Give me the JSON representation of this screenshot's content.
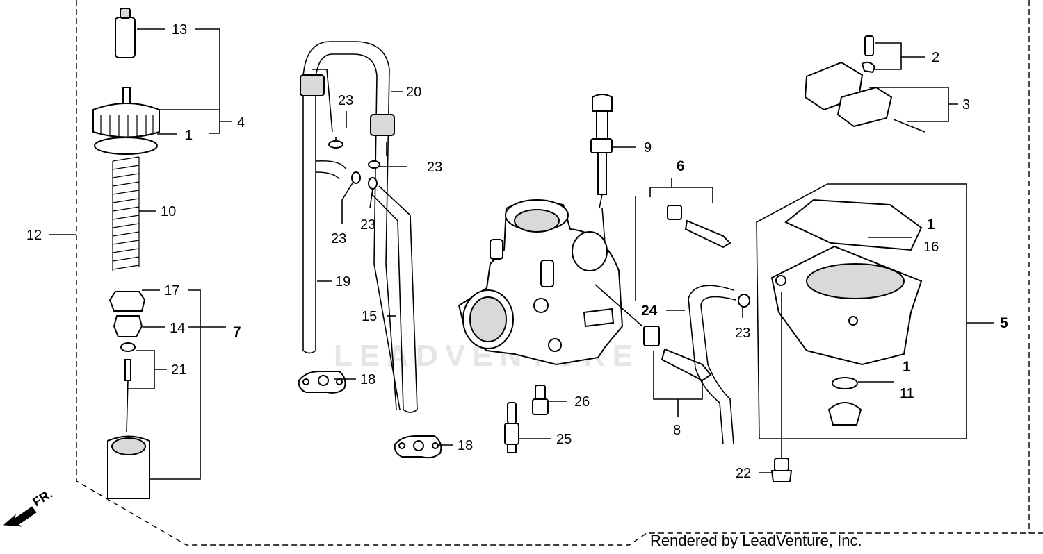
{
  "labels": {
    "p1a": "1",
    "p1b": "1",
    "p1c": "1",
    "p2": "2",
    "p3": "3",
    "p4": "4",
    "p5": "5",
    "p6": "6",
    "p7": "7",
    "p8": "8",
    "p9": "9",
    "p10": "10",
    "p11": "11",
    "p12": "12",
    "p13": "13",
    "p14": "14",
    "p15": "15",
    "p16": "16",
    "p17": "17",
    "p18a": "18",
    "p18b": "18",
    "p19": "19",
    "p20": "20",
    "p21": "21",
    "p22": "22",
    "p23a": "23",
    "p23b": "23",
    "p23c": "23",
    "p23d": "23",
    "p23e": "23",
    "p24": "24",
    "p25": "25",
    "p26": "26"
  },
  "direction": "FR.",
  "watermark": "LEADVENTURE",
  "credit": "Rendered by LeadVenture, Inc.",
  "colors": {
    "ink": "#000000",
    "fill": "#ffffff",
    "shade": "#d9d9d9",
    "watermark": "#e6e6e6"
  }
}
